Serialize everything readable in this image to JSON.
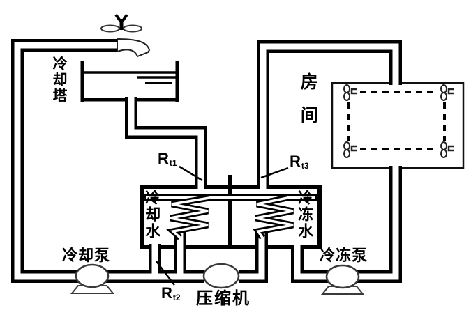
{
  "labels": {
    "cooling_tower": "冷却塔",
    "room": "房间",
    "cooling_water": "冷却水",
    "chilled_water": "冷冻水",
    "cooling_pump": "冷却泵",
    "chilled_pump": "冷冻泵",
    "compressor": "压缩机"
  },
  "sensors": {
    "rt1": {
      "base": "R",
      "sub": "t1"
    },
    "rt2": {
      "base": "R",
      "sub": "t2"
    },
    "rt3": {
      "base": "R",
      "sub": "t3"
    }
  },
  "colors": {
    "line": "#000000",
    "background": "#ffffff",
    "equipment_outline": "#3a3a3a"
  }
}
